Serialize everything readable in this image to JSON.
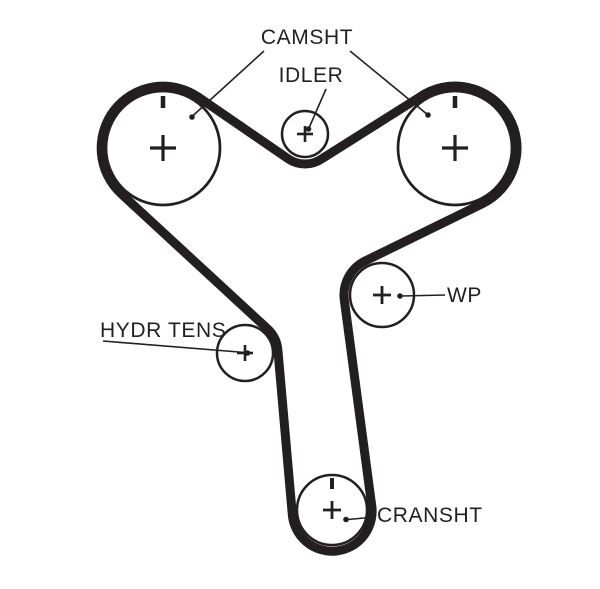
{
  "page": {
    "background_color": "#ffffff",
    "ink_color": "#231f20"
  },
  "diagram": {
    "type": "timing-belt-routing",
    "labels": {
      "camshaft": "CAMSHT",
      "idler": "IDLER",
      "water_pump": "WP",
      "hydraulic_tensioner": "HYDR TENS",
      "crankshaft": "CRANSHT"
    },
    "components": [
      {
        "id": "camshaft-pulley-left",
        "label": "CAMSHT",
        "center_mark": "+",
        "timing_mark": true
      },
      {
        "id": "camshaft-pulley-right",
        "label": "CAMSHT",
        "center_mark": "+",
        "timing_mark": true
      },
      {
        "id": "idler-pulley",
        "label": "IDLER",
        "center_mark": "+",
        "timing_mark": false
      },
      {
        "id": "water-pump-pulley",
        "label": "WP",
        "center_mark": "+",
        "timing_mark": false
      },
      {
        "id": "hydraulic-tensioner-pulley",
        "label": "HYDR TENS",
        "center_mark": "+",
        "timing_mark": false
      },
      {
        "id": "crankshaft-pulley",
        "label": "CRANSHT",
        "center_mark": "+",
        "timing_mark": true
      }
    ]
  }
}
